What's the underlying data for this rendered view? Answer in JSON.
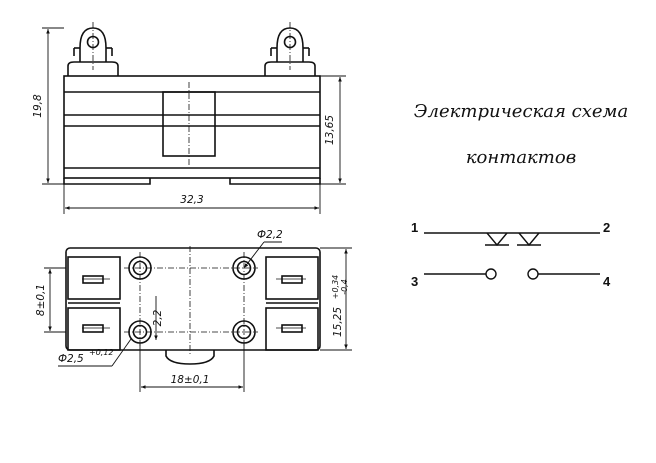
{
  "caption": {
    "line1": "Электрическая схема",
    "line2": "контактов"
  },
  "dimensions": {
    "total_height": "19,8",
    "body_height": "13,65",
    "length": "32,3",
    "hole_dia": "Ф2,2",
    "spacing_v": "8±0,1",
    "offset": "2,2",
    "width": "15,25",
    "width_tol_upper": "+0,34",
    "width_tol_lower": "-0,4",
    "mount_dia": "Ф2,5",
    "mount_dia_tol": "+0,12",
    "spacing_h": "18±0,1"
  },
  "schematic": {
    "pins": [
      "1",
      "2",
      "3",
      "4"
    ]
  }
}
